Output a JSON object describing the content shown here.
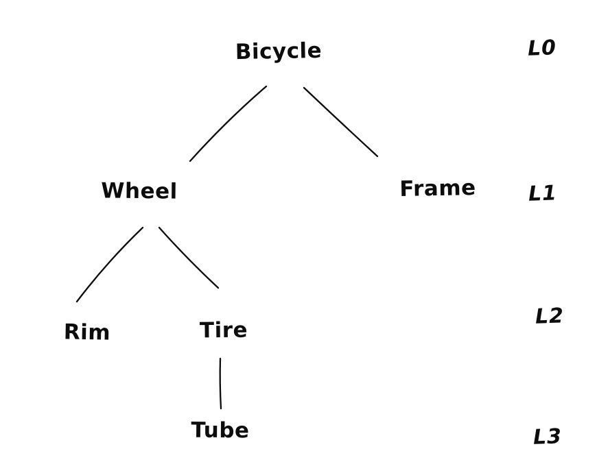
{
  "diagram": {
    "kind": "tree",
    "ink_color": "#0d0d0d",
    "background_color": "#ffffff",
    "tree": {
      "nodes": [
        {
          "id": "bicycle",
          "label": "Bicycle",
          "level": "L0",
          "parent": null
        },
        {
          "id": "wheel",
          "label": "Wheel",
          "level": "L1",
          "parent": "bicycle"
        },
        {
          "id": "frame",
          "label": "Frame",
          "level": "L1",
          "parent": "bicycle"
        },
        {
          "id": "rim",
          "label": "Rim",
          "level": "L2",
          "parent": "wheel"
        },
        {
          "id": "tire",
          "label": "Tire",
          "level": "L2",
          "parent": "wheel"
        },
        {
          "id": "tube",
          "label": "Tube",
          "level": "L3",
          "parent": "tire"
        }
      ],
      "edges": [
        {
          "from": "bicycle",
          "to": "wheel"
        },
        {
          "from": "bicycle",
          "to": "frame"
        },
        {
          "from": "wheel",
          "to": "rim"
        },
        {
          "from": "wheel",
          "to": "tire"
        },
        {
          "from": "tire",
          "to": "tube"
        }
      ],
      "level_labels": [
        "L0",
        "L1",
        "L2",
        "L3"
      ]
    }
  }
}
